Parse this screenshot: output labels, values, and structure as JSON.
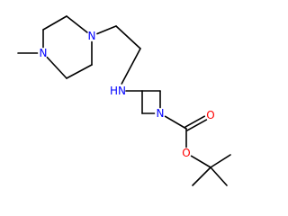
{
  "molecule": {
    "atoms": [
      {
        "id": "c_methyl",
        "element": "C",
        "label": "",
        "color": "#000000"
      },
      {
        "id": "n_pip_1",
        "element": "N",
        "label": "N",
        "color": "#0000FF"
      },
      {
        "id": "c_pip_a",
        "element": "C",
        "label": "",
        "color": "#000000"
      },
      {
        "id": "c_pip_b",
        "element": "C",
        "label": "",
        "color": "#000000"
      },
      {
        "id": "n_pip_4",
        "element": "N",
        "label": "N",
        "color": "#0000FF"
      },
      {
        "id": "c_pip_c",
        "element": "C",
        "label": "",
        "color": "#000000"
      },
      {
        "id": "c_pip_d",
        "element": "C",
        "label": "",
        "color": "#000000"
      },
      {
        "id": "c_ethyl_1",
        "element": "C",
        "label": "",
        "color": "#000000"
      },
      {
        "id": "c_ethyl_2",
        "element": "C",
        "label": "",
        "color": "#000000"
      },
      {
        "id": "n_amine",
        "element": "N",
        "label": "HN",
        "color": "#0000FF"
      },
      {
        "id": "c_az_3",
        "element": "C",
        "label": "",
        "color": "#000000"
      },
      {
        "id": "c_az_2",
        "element": "C",
        "label": "",
        "color": "#000000"
      },
      {
        "id": "n_az_1",
        "element": "N",
        "label": "N",
        "color": "#0000FF"
      },
      {
        "id": "c_az_4",
        "element": "C",
        "label": "",
        "color": "#000000"
      },
      {
        "id": "c_carbonyl",
        "element": "C",
        "label": "",
        "color": "#000000"
      },
      {
        "id": "o_carbonyl",
        "element": "O",
        "label": "O",
        "color": "#FF0000"
      },
      {
        "id": "o_ester",
        "element": "O",
        "label": "O",
        "color": "#FF0000"
      },
      {
        "id": "c_quat",
        "element": "C",
        "label": "",
        "color": "#000000"
      },
      {
        "id": "c_tbu_a",
        "element": "C",
        "label": "",
        "color": "#000000"
      },
      {
        "id": "c_tbu_b",
        "element": "C",
        "label": "",
        "color": "#000000"
      },
      {
        "id": "c_tbu_c",
        "element": "C",
        "label": "",
        "color": "#000000"
      }
    ],
    "bonds": [
      {
        "from": "c_methyl",
        "to": "n_pip_1",
        "order": 1
      },
      {
        "from": "n_pip_1",
        "to": "c_pip_a",
        "order": 1
      },
      {
        "from": "c_pip_a",
        "to": "c_pip_b",
        "order": 1
      },
      {
        "from": "c_pip_b",
        "to": "n_pip_4",
        "order": 1
      },
      {
        "from": "n_pip_4",
        "to": "c_pip_c",
        "order": 1
      },
      {
        "from": "c_pip_c",
        "to": "c_pip_d",
        "order": 1
      },
      {
        "from": "c_pip_d",
        "to": "n_pip_1",
        "order": 1
      },
      {
        "from": "n_pip_4",
        "to": "c_ethyl_1",
        "order": 1
      },
      {
        "from": "c_ethyl_1",
        "to": "c_ethyl_2",
        "order": 1
      },
      {
        "from": "c_ethyl_2",
        "to": "n_amine",
        "order": 1
      },
      {
        "from": "n_amine",
        "to": "c_az_3",
        "order": 1
      },
      {
        "from": "c_az_3",
        "to": "c_az_2",
        "order": 1
      },
      {
        "from": "c_az_2",
        "to": "n_az_1",
        "order": 1
      },
      {
        "from": "n_az_1",
        "to": "c_az_4",
        "order": 1
      },
      {
        "from": "c_az_4",
        "to": "c_az_3",
        "order": 1
      },
      {
        "from": "n_az_1",
        "to": "c_carbonyl",
        "order": 1
      },
      {
        "from": "c_carbonyl",
        "to": "o_carbonyl",
        "order": 2
      },
      {
        "from": "c_carbonyl",
        "to": "o_ester",
        "order": 1
      },
      {
        "from": "o_ester",
        "to": "c_quat",
        "order": 1
      },
      {
        "from": "c_quat",
        "to": "c_tbu_a",
        "order": 1
      },
      {
        "from": "c_quat",
        "to": "c_tbu_b",
        "order": 1
      },
      {
        "from": "c_quat",
        "to": "c_tbu_c",
        "order": 1
      }
    ]
  }
}
